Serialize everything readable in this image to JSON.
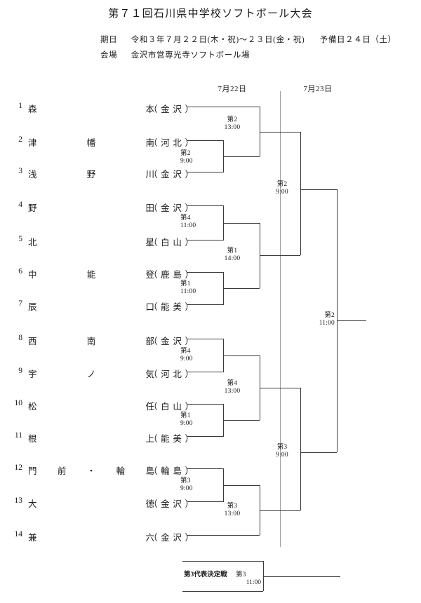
{
  "document": {
    "title": "第７１回石川県中学校ソフトボール大会",
    "date_label": "期日",
    "date_value": "令和３年７月２２日(木・祝)～２３日(金・祝)",
    "date_extra": "予備日２４日（土）",
    "venue_label": "会場",
    "venue_value": "金沢市営専光寺ソフトボール場"
  },
  "day_headers": [
    {
      "label": "7月22日"
    },
    {
      "label": "7月23日"
    }
  ],
  "teams": [
    {
      "seed": "1",
      "name": "森本",
      "city": "（金沢）"
    },
    {
      "seed": "2",
      "name": "津幡南",
      "city": "（河北）"
    },
    {
      "seed": "3",
      "name": "浅野川",
      "city": "（金沢）"
    },
    {
      "seed": "4",
      "name": "野田",
      "city": "（金沢）"
    },
    {
      "seed": "5",
      "name": "北星",
      "city": "（白山）"
    },
    {
      "seed": "6",
      "name": "中能登",
      "city": "（鹿島）"
    },
    {
      "seed": "7",
      "name": "辰口",
      "city": "（能美）"
    },
    {
      "seed": "8",
      "name": "西南部",
      "city": "（金沢）"
    },
    {
      "seed": "9",
      "name": "宇ノ気",
      "city": "（河北）"
    },
    {
      "seed": "10",
      "name": "松任",
      "city": "（白山）"
    },
    {
      "seed": "11",
      "name": "根上",
      "city": "（能美）"
    },
    {
      "seed": "12",
      "name": "門前・輪島",
      "city": "（輪島）"
    },
    {
      "seed": "13",
      "name": "大徳",
      "city": "（金沢）"
    },
    {
      "seed": "14",
      "name": "兼六",
      "city": "（金沢）"
    }
  ],
  "matches": [
    {
      "id": "r1-a",
      "ground": "第2",
      "time": "9:00"
    },
    {
      "id": "r2-a",
      "ground": "第2",
      "time": "13:00"
    },
    {
      "id": "r1-b",
      "ground": "第4",
      "time": "11:00"
    },
    {
      "id": "r1-c",
      "ground": "第1",
      "time": "11:00"
    },
    {
      "id": "r2-b",
      "ground": "第1",
      "time": "14:00"
    },
    {
      "id": "sf-top",
      "ground": "第2",
      "time": "9:00"
    },
    {
      "id": "r1-d",
      "ground": "第4",
      "time": "9:00"
    },
    {
      "id": "r1-e",
      "ground": "第1",
      "time": "9:00"
    },
    {
      "id": "r2-c",
      "ground": "第4",
      "time": "13:00"
    },
    {
      "id": "r1-f",
      "ground": "第3",
      "time": "9:00"
    },
    {
      "id": "r2-d",
      "ground": "第3",
      "time": "13:00"
    },
    {
      "id": "sf-bottom",
      "ground": "第3",
      "time": "9:00"
    },
    {
      "id": "final",
      "ground": "第2",
      "time": "11:00"
    }
  ],
  "playoff": {
    "title": "第3代表決定戦",
    "ground": "第3",
    "time": "11:00"
  }
}
